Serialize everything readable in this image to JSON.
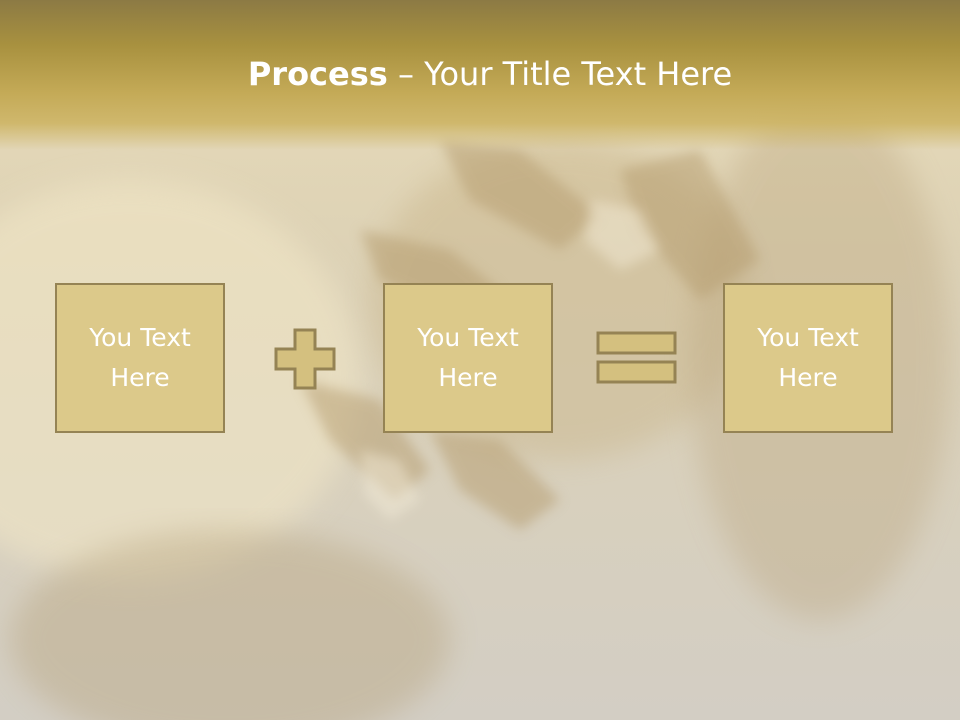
{
  "slide": {
    "title_bold": "Process",
    "title_rest": " – Your Title Text Here",
    "boxes": [
      {
        "label": "You Text\nHere"
      },
      {
        "label": "You Text\nHere"
      },
      {
        "label": "You Text\nHere"
      }
    ],
    "operators": [
      "plus-icon",
      "equals-icon"
    ]
  },
  "colors": {
    "title_band": "#c4aa57",
    "box_fill": "#dcc98a",
    "box_border": "#958354",
    "text": "#ffffff"
  }
}
